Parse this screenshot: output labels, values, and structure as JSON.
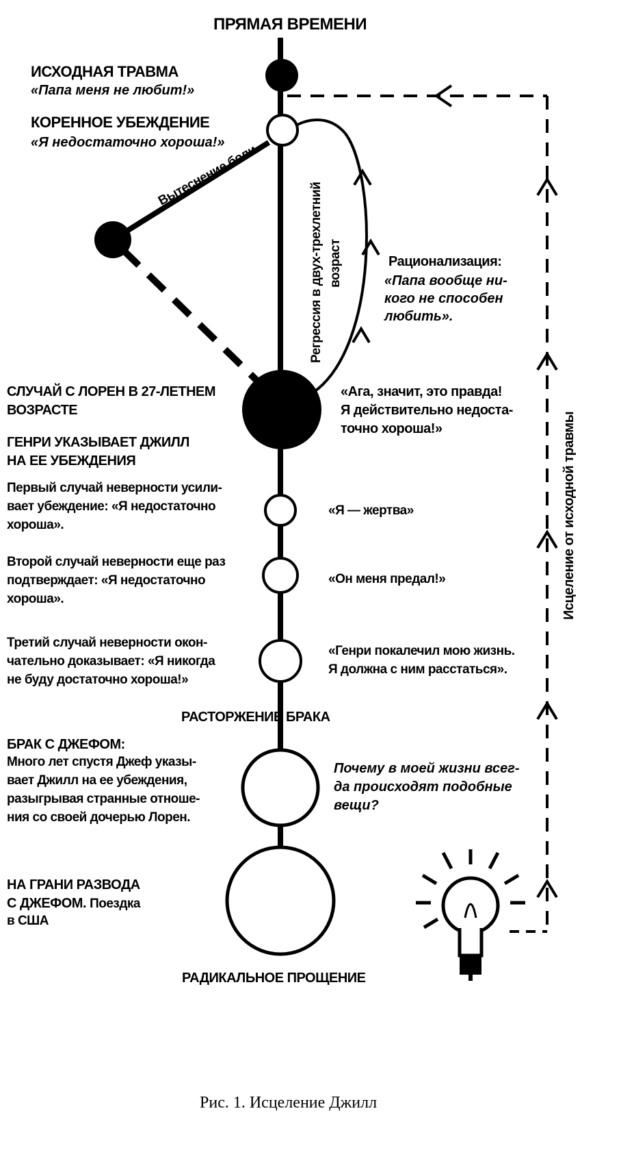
{
  "title": "ПРЯМАЯ ВРЕМЕНИ",
  "nodes": {
    "trauma": {
      "label": "ИСХОДНАЯ ТРАВМА",
      "quote": "«Папа меня не любит!»"
    },
    "belief": {
      "label": "КОРЕННОЕ УБЕЖДЕНИЕ",
      "quote": "«Я недостаточно хороша!»"
    },
    "loren": {
      "label_1": "СЛУЧАЙ С ЛОРЕН В 27-ЛЕТНЕМ",
      "label_2": "ВОЗРАСТЕ",
      "quote_1": "«Ага, значит, это правда!",
      "quote_2": "Я действительно недоста-",
      "quote_3": "точно хороша!»"
    },
    "henry": {
      "label_1": "ГЕНРИ УКАЗЫВАЕТ ДЖИЛЛ",
      "label_2": "НА ЕЕ УБЕЖДЕНИЯ"
    },
    "infidelity1": {
      "text_1": "Первый случай неверности усили-",
      "text_2": "вает убеждение: «Я недостаточно",
      "text_3": "хороша».",
      "quote": "«Я — жертва»"
    },
    "infidelity2": {
      "text_1": "Второй случай неверности еще раз",
      "text_2": "подтверждает: «Я недостаточно",
      "text_3": "хороша».",
      "quote": "«Он меня предал!»"
    },
    "infidelity3": {
      "text_1": "Третий случай неверности окон-",
      "text_2": "чательно доказывает: «Я никогда",
      "text_3": "не буду достаточно хороша!»",
      "quote_1": "«Генри покалечил мою жизнь.",
      "quote_2": "Я должна с ним расстаться»."
    },
    "divorce": {
      "label": "РАСТОРЖЕНИЕ БРАКА"
    },
    "jeff": {
      "label": "БРАК С ДЖЕФОМ:",
      "text_1": "Много лет спустя Джеф указы-",
      "text_2": "вает Джилл на ее убеждения,",
      "text_3": "разыгрывая странные отноше-",
      "text_4": "ния со своей дочерью Лорен.",
      "quote_1": "Почему в моей жизни всег-",
      "quote_2": "да происходят подобные",
      "quote_3": "вещи?"
    },
    "brink": {
      "label_1": "НА ГРАНИ РАЗВОДА",
      "label_2": "С ДЖЕФОМ.",
      "label_2b": "Поездка",
      "label_3": "в США"
    }
  },
  "suppression_label": "Вытеснение боли",
  "regression_label_1": "Регрессия в двух-трехлетний",
  "regression_label_2": "возраст",
  "rationalization": {
    "label": "Рационализация:",
    "quote_1": "«Папа вообще ни-",
    "quote_2": "кого не способен",
    "quote_3": "любить»."
  },
  "healing_label": "Исцеление от исходной травмы",
  "radical_forgiveness": "РАДИКАЛЬНОЕ ПРОЩЕНИЕ",
  "caption": "Рис. 1. Исцеление Джилл",
  "icon": "lightbulb-icon"
}
